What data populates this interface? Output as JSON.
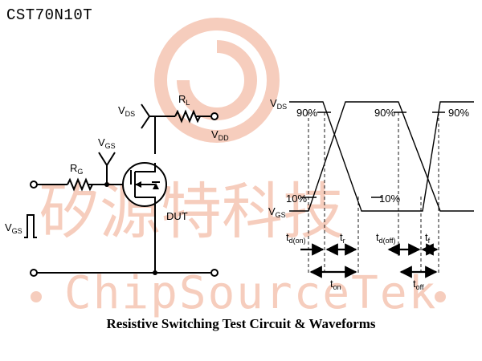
{
  "part_number": "CST70N10T",
  "caption": "Resistive Switching Test Circuit & Waveforms",
  "watermark": {
    "chinese": "矽源特科技",
    "english": "ChipSourceTek"
  },
  "circuit": {
    "vds": {
      "main": "V",
      "sub": "DS"
    },
    "rl": {
      "main": "R",
      "sub": "L"
    },
    "vdd": {
      "main": "V",
      "sub": "DD"
    },
    "vgs_probe": {
      "main": "V",
      "sub": "GS"
    },
    "rg": {
      "main": "R",
      "sub": "G"
    },
    "vgs_source": {
      "main": "V",
      "sub": "GS"
    },
    "dut": "DUT"
  },
  "waveforms": {
    "vds": {
      "main": "V",
      "sub": "DS"
    },
    "vgs": {
      "main": "V",
      "sub": "GS"
    },
    "pct90_a": "90%",
    "pct90_b": "90%",
    "pct90_c": "90%",
    "pct10_a": "10%",
    "pct10_b": "10%",
    "td_on": {
      "main": "t",
      "sub": "d(on)"
    },
    "tr": {
      "main": "t",
      "sub": "r"
    },
    "td_off": {
      "main": "t",
      "sub": "d(off)"
    },
    "tf": {
      "main": "t",
      "sub": "f"
    },
    "ton": {
      "main": "t",
      "sub": "on"
    },
    "toff": {
      "main": "t",
      "sub": "off"
    }
  }
}
